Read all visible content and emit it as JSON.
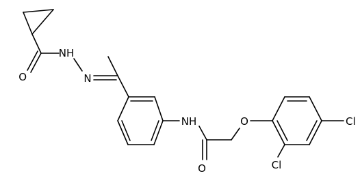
{
  "atoms": {
    "o1": "O",
    "n1": "NH",
    "n2": "N",
    "nh3": "NH",
    "o2": "O",
    "o3": "O",
    "cl1": "Cl",
    "cl2": "Cl"
  }
}
